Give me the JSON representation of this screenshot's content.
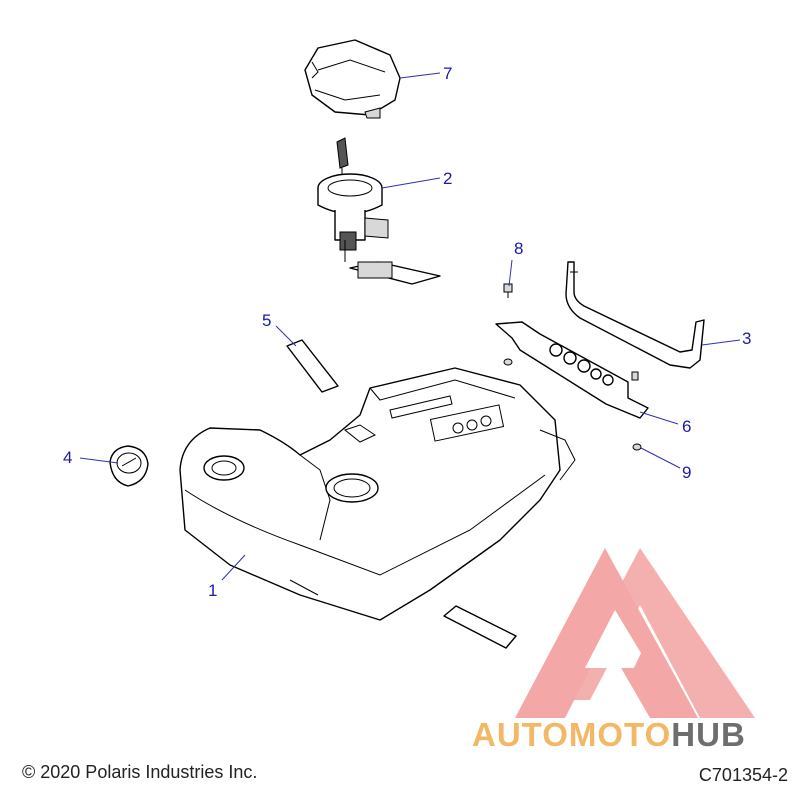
{
  "callouts": [
    {
      "number": "1",
      "part": "fuel-tank"
    },
    {
      "number": "2",
      "part": "fuel-pump-assembly"
    },
    {
      "number": "3",
      "part": "tank-strap"
    },
    {
      "number": "4",
      "part": "fuel-cap"
    },
    {
      "number": "5",
      "part": "foam-pad"
    },
    {
      "number": "6",
      "part": "mounting-bracket"
    },
    {
      "number": "7",
      "part": "pump-cover"
    },
    {
      "number": "8",
      "part": "bolt"
    },
    {
      "number": "9",
      "part": "nut"
    }
  ],
  "footer": {
    "copyright": "© 2020 Polaris Industries Inc.",
    "drawing_code": "C701354-2"
  },
  "watermark": {
    "brand_part1": "AUTOMOTO",
    "brand_part2": "HUB",
    "color_primary": "#f08a8a",
    "color_accent": "#f2b866",
    "color_dark": "#6e6e6e"
  },
  "colors": {
    "callout": "#1a1aa6",
    "line": "#000000"
  }
}
